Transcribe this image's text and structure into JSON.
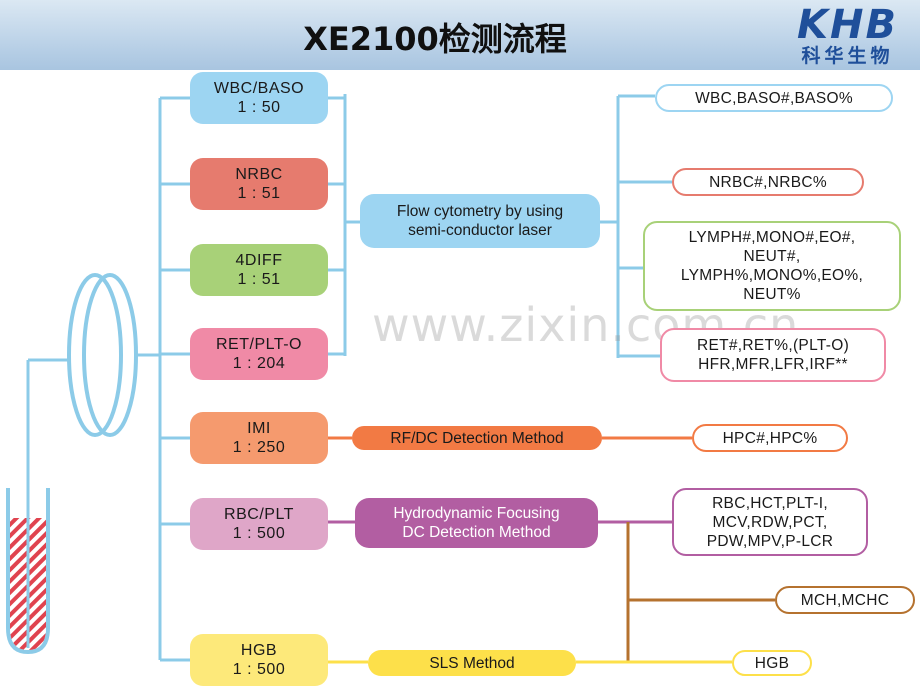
{
  "header": {
    "title": "XE2100检测流程",
    "logo_main": "KHB",
    "logo_sub": "科华生物"
  },
  "watermark": "www.zixin.com.cn",
  "channels": [
    {
      "name": "WBC/BASO",
      "ratio": "1 : 50",
      "color": "#9dd5f2"
    },
    {
      "name": "NRBC",
      "ratio": "1 : 51",
      "color": "#e67b6e"
    },
    {
      "name": "4DIFF",
      "ratio": "1 : 51",
      "color": "#a8d178"
    },
    {
      "name": "RET/PLT-O",
      "ratio": "1 : 204",
      "color": "#f08aa6"
    },
    {
      "name": "IMI",
      "ratio": "1 : 250",
      "color": "#f59a6e"
    },
    {
      "name": "RBC/PLT",
      "ratio": "1 : 500",
      "color": "#dfa6c8"
    },
    {
      "name": "HGB",
      "ratio": "1 : 500",
      "color": "#fde97a"
    }
  ],
  "methods": {
    "flow": {
      "line1": "Flow cytometry by using",
      "line2": "semi-conductor laser",
      "color": "#9dd5f2"
    },
    "rfdc": {
      "label": "RF/DC Detection Method",
      "color": "#f27a44"
    },
    "hydro": {
      "line1": "Hydrodynamic Focusing",
      "line2": "DC Detection Method",
      "color": "#b25ea2"
    },
    "sls": {
      "label": "SLS Method",
      "color": "#fde04a"
    }
  },
  "results": {
    "wbc": {
      "line1": "WBC,BASO#,BASO%",
      "border": "#9dd5f2"
    },
    "nrbc": {
      "line1": "NRBC#,NRBC%",
      "border": "#e67b6e"
    },
    "diff": {
      "line1": "LYMPH#,MONO#,EO#,",
      "line2": "NEUT#,",
      "line3": "LYMPH%,MONO%,EO%,",
      "line4": "NEUT%",
      "border": "#a8d178"
    },
    "ret": {
      "line1": "RET#,RET%,(PLT-O)",
      "line2": "HFR,MFR,LFR,IRF**",
      "border": "#f08aa6"
    },
    "hpc": {
      "line1": "HPC#,HPC%",
      "border": "#f27a44"
    },
    "rbc": {
      "line1": "RBC,HCT,PLT-I,",
      "line2": "MCV,RDW,PCT,",
      "line3": "PDW,MPV,P-LCR",
      "border": "#b25ea2"
    },
    "mch": {
      "line1": "MCH,MCHC",
      "border": "#b5722f"
    },
    "hgb": {
      "line1": "HGB",
      "border": "#fde04a"
    }
  }
}
